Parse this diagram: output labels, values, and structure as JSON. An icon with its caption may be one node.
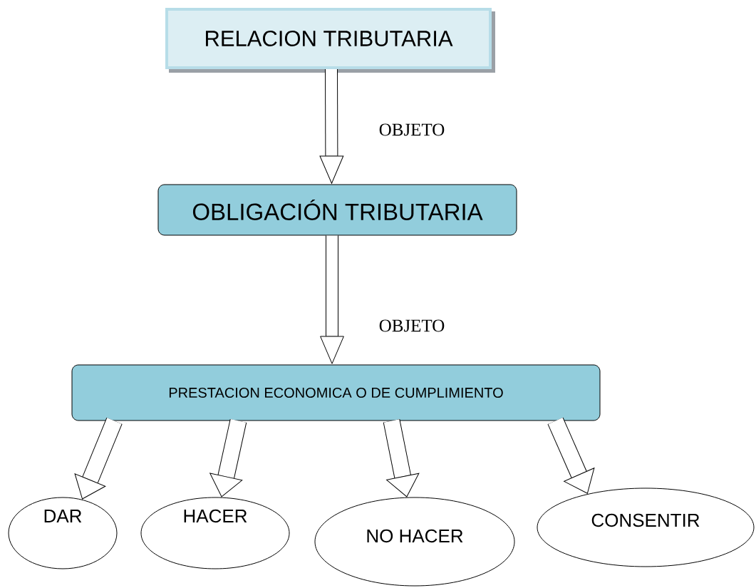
{
  "diagram": {
    "nodes": [
      {
        "text": [
          "RELACION TRIBUTARIA"
        ]
      },
      {
        "text": [
          "OBLIGACIÓN TRIBUTARIA"
        ]
      },
      {
        "text": [
          "PRESTACION ECONOMICA O DE CUMPLIMIENTO"
        ]
      },
      {
        "text": [
          "DAR"
        ]
      },
      {
        "text": [
          "HACER"
        ]
      },
      {
        "text": [
          "NO HACER"
        ]
      },
      {
        "text": [
          "CONSENTIR"
        ]
      }
    ],
    "edges": [
      {
        "from": 0,
        "to": 1,
        "arrow": "to",
        "label": "OBJETO"
      },
      {
        "from": 1,
        "to": 2,
        "arrow": "to",
        "label": "OBJETO"
      },
      {
        "from": 2,
        "to": 3,
        "arrow": "to"
      },
      {
        "from": 2,
        "to": 4,
        "arrow": "to"
      },
      {
        "from": 2,
        "to": 5,
        "arrow": "to"
      },
      {
        "from": 2,
        "to": 6,
        "arrow": "to"
      }
    ]
  }
}
